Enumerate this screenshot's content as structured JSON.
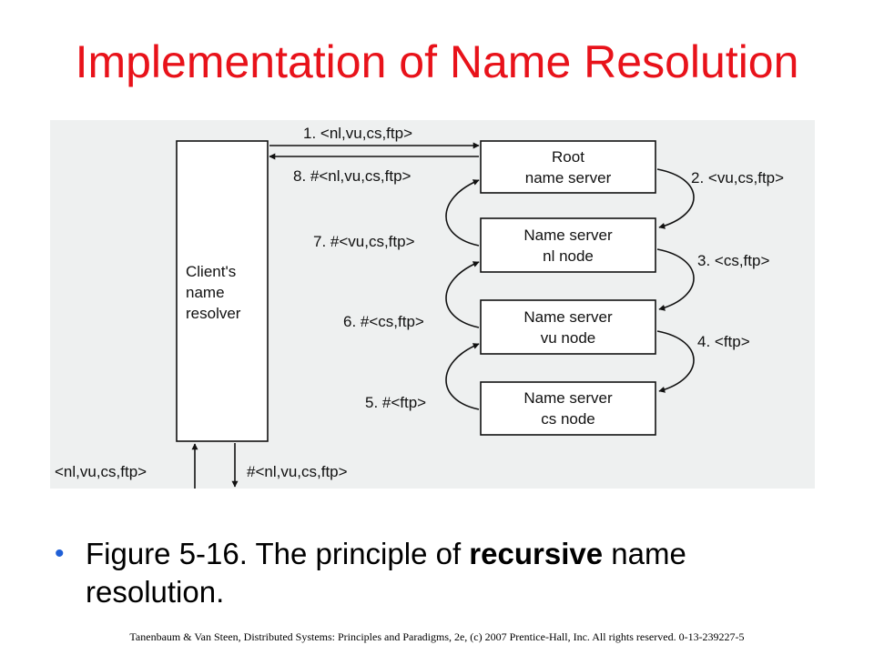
{
  "title": "Implementation of Name Resolution",
  "diagram": {
    "client_box": {
      "lines": [
        "Client's",
        "name",
        "resolver"
      ]
    },
    "servers": [
      {
        "id": "root",
        "lines": [
          "Root",
          "name server"
        ]
      },
      {
        "id": "nl",
        "lines": [
          "Name server",
          "nl node"
        ]
      },
      {
        "id": "vu",
        "lines": [
          "Name server",
          "vu node"
        ]
      },
      {
        "id": "cs",
        "lines": [
          "Name server",
          "cs node"
        ]
      }
    ],
    "messages": {
      "m1": "1. <nl,vu,cs,ftp>",
      "m2": "2. <vu,cs,ftp>",
      "m3": "3. <cs,ftp>",
      "m4": "4. <ftp>",
      "m5": "5. #<ftp>",
      "m6": "6. #<cs,ftp>",
      "m7": "7. #<vu,cs,ftp>",
      "m8": "8. #<nl,vu,cs,ftp>"
    },
    "client_input": "<nl,vu,cs,ftp>",
    "client_output": "#<nl,vu,cs,ftp>"
  },
  "caption": {
    "bullet": "•",
    "before": "Figure 5-16. The principle of ",
    "bold": "recursive",
    "after": " name resolution."
  },
  "footer": "Tanenbaum & Van Steen, Distributed Systems: Principles and Paradigms, 2e, (c) 2007 Prentice-Hall, Inc. All rights reserved. 0-13-239227-5"
}
